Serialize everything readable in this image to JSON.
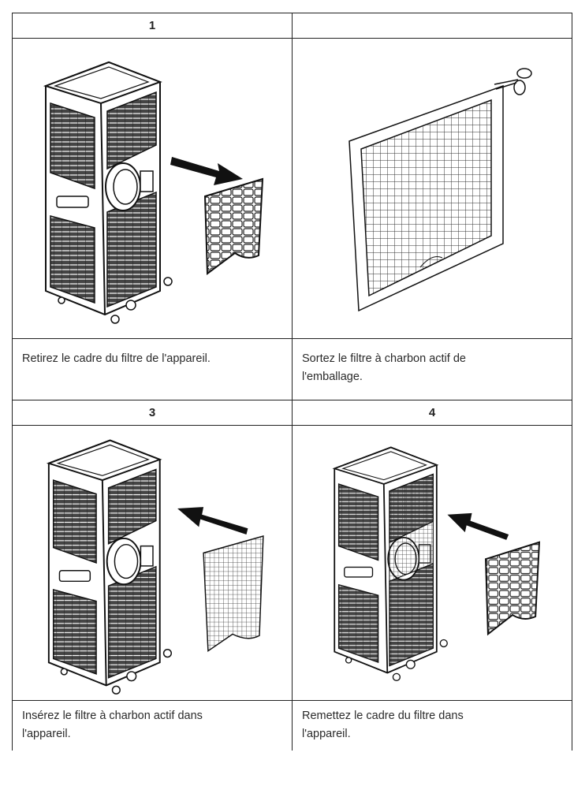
{
  "steps": [
    {
      "number": "1",
      "text_line1": "Retirez le cadre du filtre de l'appareil.",
      "text_line2": "",
      "illustration": "remove-filter-frame"
    },
    {
      "number": "",
      "text_line1": "Sortez le filtre à charbon actif de",
      "text_line2": "l'emballage.",
      "illustration": "unpack-carbon-filter"
    },
    {
      "number": "3",
      "text_line1": "Insérez le filtre à charbon actif dans",
      "text_line2": "l'appareil.",
      "illustration": "insert-carbon-filter"
    },
    {
      "number": "4",
      "text_line1": "Remettez le cadre du filtre dans",
      "text_line2": "l'appareil.",
      "illustration": "reinsert-filter-frame"
    }
  ]
}
